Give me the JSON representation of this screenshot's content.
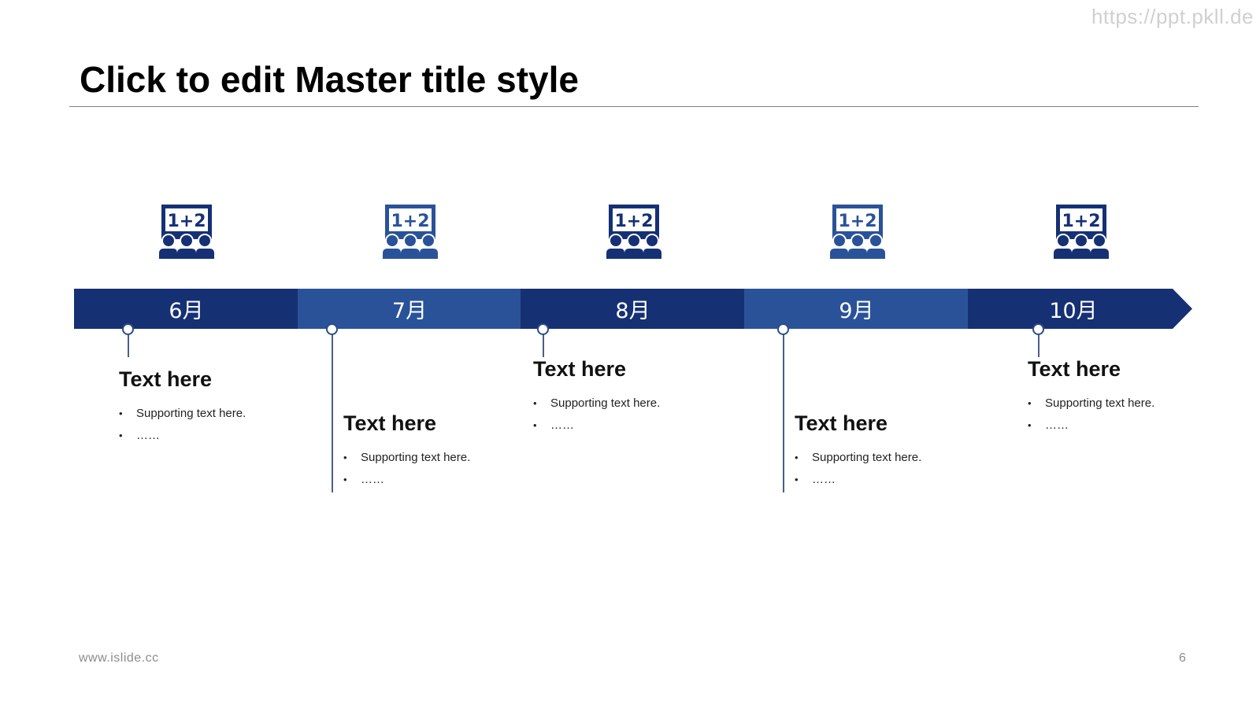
{
  "watermark": "https://ppt.pkll.de",
  "title": "Click to edit Master title style",
  "colors": {
    "dark_blue": "#163074",
    "medium_blue": "#2a5298",
    "connector": "#4a5f86"
  },
  "timeline": {
    "milestones": [
      {
        "month": "6月",
        "icon_text": "1+2",
        "icon": "classroom-board-icon",
        "heading": "Text here",
        "bullets": [
          "Supporting text here.",
          "……"
        ]
      },
      {
        "month": "7月",
        "icon_text": "1+2",
        "icon": "classroom-board-icon",
        "heading": "Text here",
        "bullets": [
          "Supporting text here.",
          "……"
        ]
      },
      {
        "month": "8月",
        "icon_text": "1+2",
        "icon": "classroom-board-icon",
        "heading": "Text here",
        "bullets": [
          "Supporting text here.",
          "……"
        ]
      },
      {
        "month": "9月",
        "icon_text": "1+2",
        "icon": "classroom-board-icon",
        "heading": "Text here",
        "bullets": [
          "Supporting text here.",
          "……"
        ]
      },
      {
        "month": "10月",
        "icon_text": "1+2",
        "icon": "classroom-board-icon",
        "heading": "Text here",
        "bullets": [
          "Supporting text here.",
          "……"
        ]
      }
    ]
  },
  "footer": {
    "website": "www.islide.cc",
    "page_number": "6"
  }
}
